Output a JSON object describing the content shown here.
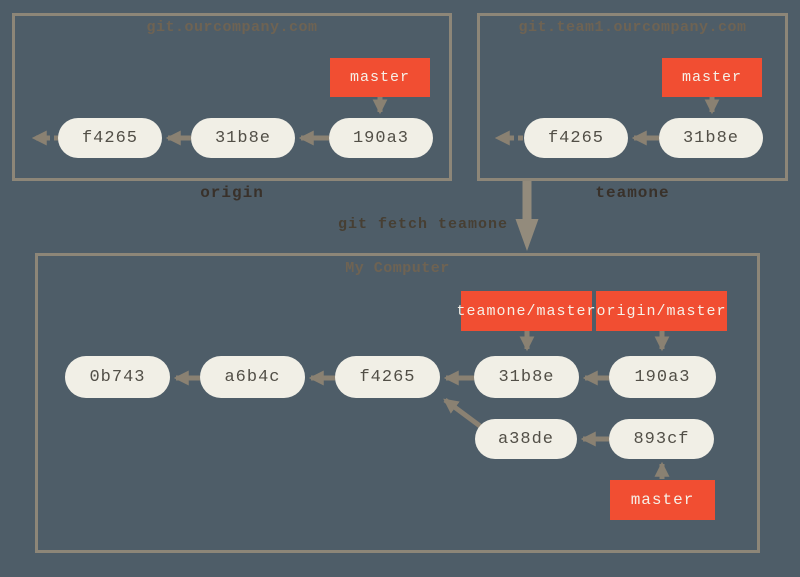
{
  "diagram": {
    "background_color": "#4e5d68",
    "accent_color": "#f14e32",
    "node_color": "#f1efe6",
    "arrow_color": "#8a8172",
    "border_color": "#8d8678"
  },
  "remotes": [
    {
      "title": "git.ourcompany.com",
      "label": "origin",
      "branch_label": "master",
      "commits": [
        "f4265",
        "31b8e",
        "190a3"
      ]
    },
    {
      "title": "git.team1.ourcompany.com",
      "label": "teamone",
      "branch_label": "master",
      "commits": [
        "f4265",
        "31b8e"
      ]
    }
  ],
  "fetch": {
    "command": "git fetch teamone"
  },
  "local": {
    "title": "My Computer",
    "main_commits": [
      "0b743",
      "a6b4c",
      "f4265",
      "31b8e",
      "190a3"
    ],
    "side_commits": [
      "a38de",
      "893cf"
    ],
    "remote_refs": [
      "teamone/master",
      "origin/master"
    ],
    "branch_label": "master"
  }
}
